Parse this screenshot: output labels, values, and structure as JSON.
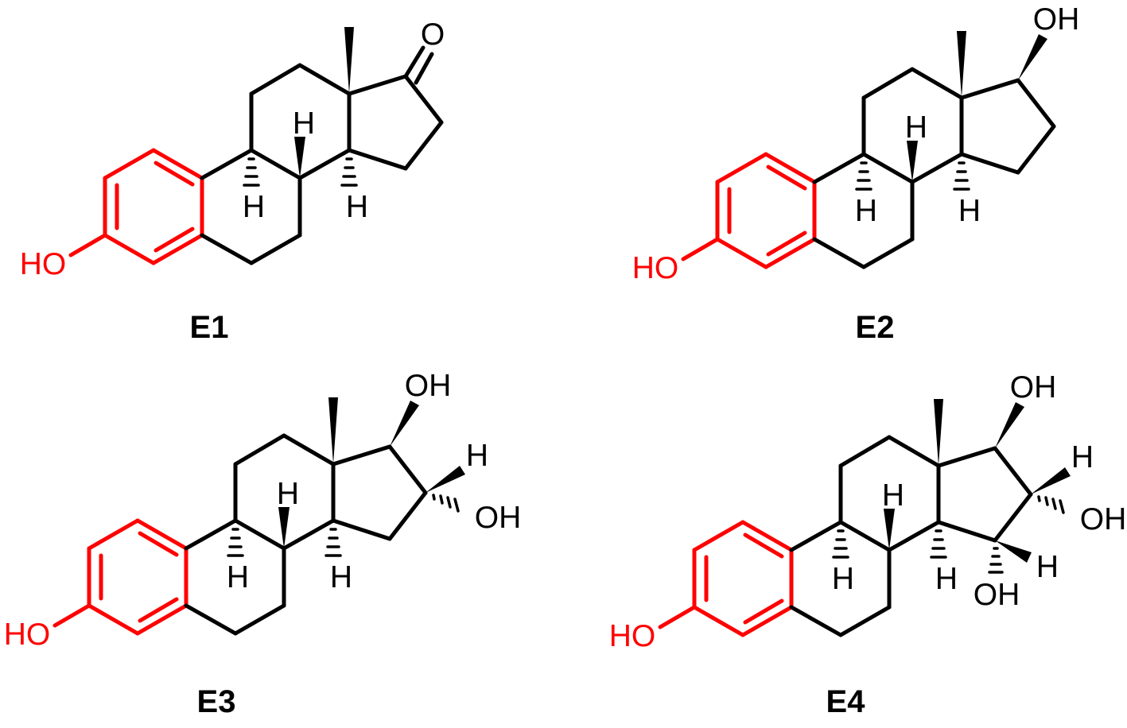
{
  "colors": {
    "bond": "#000000",
    "highlight": "#ff0000",
    "background": "#ffffff"
  },
  "molecules": [
    {
      "id": "E1",
      "caption": "E1",
      "ring_d_substituents": [
        "O"
      ],
      "hydrogens": [
        "H",
        "H",
        "H"
      ],
      "phenol": "HO"
    },
    {
      "id": "E2",
      "caption": "E2",
      "ring_d_substituents": [
        "OH"
      ],
      "hydrogens": [
        "H",
        "H",
        "H"
      ],
      "phenol": "HO"
    },
    {
      "id": "E3",
      "caption": "E3",
      "ring_d_substituents": [
        "OH",
        "OH"
      ],
      "hydrogens": [
        "H",
        "H",
        "H",
        "H"
      ],
      "phenol": "HO"
    },
    {
      "id": "E4",
      "caption": "E4",
      "ring_d_substituents": [
        "OH",
        "OH",
        "OH"
      ],
      "hydrogens": [
        "H",
        "H",
        "H",
        "H",
        "H"
      ],
      "phenol": "HO"
    }
  ]
}
